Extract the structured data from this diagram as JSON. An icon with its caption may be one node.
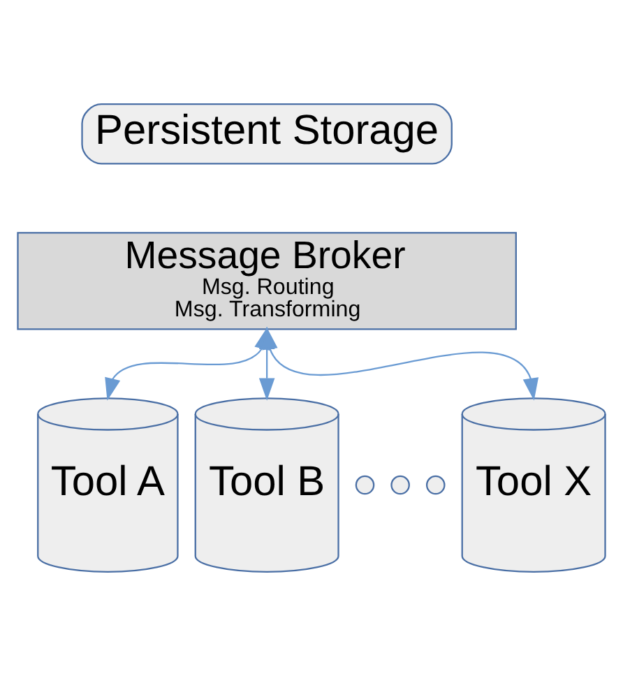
{
  "diagram": {
    "nodes": [
      {
        "text": [
          "Persistent Storage"
        ]
      },
      {
        "text": [
          "Message Broker",
          "Msg. Routing",
          "Msg. Transforming"
        ]
      },
      {
        "text": [
          "Tool A"
        ]
      },
      {
        "text": [
          "Tool B"
        ]
      },
      {
        "text": [],
        "shape": "circle"
      },
      {
        "text": [],
        "shape": "circle"
      },
      {
        "text": [],
        "shape": "circle"
      },
      {
        "text": [
          "Tool X"
        ]
      }
    ],
    "edges": [
      {
        "from": 1,
        "to": 2,
        "arrow": "both",
        "color": "#6a9bd3"
      },
      {
        "from": 1,
        "to": 3,
        "arrow": "both",
        "color": "#6a9bd3"
      },
      {
        "from": 1,
        "to": 7,
        "arrow": "both",
        "color": "#6a9bd3"
      }
    ]
  }
}
